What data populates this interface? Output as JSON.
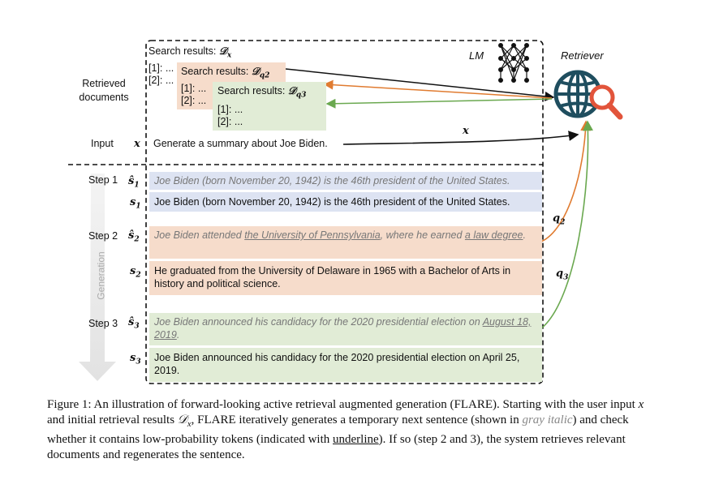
{
  "labels": {
    "retrieved_documents": "Retrieved\ndocuments",
    "input": "Input",
    "input_sym": "x",
    "lm": "LM",
    "retriever": "Retriever",
    "generation": "Generation",
    "step1": "Step 1",
    "step2": "Step 2",
    "step3": "Step 3",
    "x_arrow": "x",
    "q2": "q",
    "q2_sub": "2",
    "q3": "q",
    "q3_sub": "3"
  },
  "search": {
    "dx_title": "Search results: ",
    "dx_sym": "𝒟",
    "dx_sub": "x",
    "dx_items": [
      "[1]: ...",
      "[2]: ..."
    ],
    "dq2_title": "Search results: ",
    "dq2_sym": "𝒟",
    "dq2_sub": "q2",
    "dq2_items": [
      "[1]: ...",
      "[2]: ..."
    ],
    "dq3_title": "Search results: ",
    "dq3_sym": "𝒟",
    "dq3_sub": "q3",
    "dq3_items": [
      "[1]: ...",
      "[2]: ..."
    ]
  },
  "input_text": "Generate a summary about Joe Biden.",
  "steps": [
    {
      "hat_sym": "ŝ",
      "hat_sub": "1",
      "temp": [
        {
          "t": "Joe Biden (born November 20, 1942) is the 46th president of the United States.",
          "u": false
        }
      ],
      "final_sym": "s",
      "final_sub": "1",
      "final": "Joe Biden (born November 20, 1942) is the 46th president of the United States."
    },
    {
      "hat_sym": "ŝ",
      "hat_sub": "2",
      "temp": [
        {
          "t": "Joe Biden attended ",
          "u": false
        },
        {
          "t": "the University of Pennsylvania",
          "u": true
        },
        {
          "t": ", where he earned ",
          "u": false
        },
        {
          "t": "a law degree",
          "u": true
        },
        {
          "t": ".",
          "u": false
        }
      ],
      "final_sym": "s",
      "final_sub": "2",
      "final": "He graduated from the University of Delaware in 1965 with a Bachelor of Arts in history and political science."
    },
    {
      "hat_sym": "ŝ",
      "hat_sub": "3",
      "temp": [
        {
          "t": "Joe Biden announced his candidacy for the 2020 presidential election on ",
          "u": false
        },
        {
          "t": "August 18, 2019",
          "u": true
        },
        {
          "t": ".",
          "u": false
        }
      ],
      "final_sym": "s",
      "final_sub": "3",
      "final": "Joe Biden announced his candidacy for the 2020 presidential election on April 25, 2019."
    }
  ],
  "caption": [
    {
      "t": "Figure 1: An illustration of forward-looking active retrieval augmented generation (FLARE). Starting with the user input ",
      "s": ""
    },
    {
      "t": "x",
      "s": "it"
    },
    {
      "t": " and initial retrieval results ",
      "s": ""
    },
    {
      "t": "𝒟",
      "s": "it"
    },
    {
      "t": "x",
      "s": "sub"
    },
    {
      "t": ", FLARE iteratively generates a temporary next sentence (shown in ",
      "s": ""
    },
    {
      "t": "gray italic",
      "s": "gr"
    },
    {
      "t": ") and check whether it contains low-probability tokens (indicated with ",
      "s": ""
    },
    {
      "t": "underline",
      "s": "ul"
    },
    {
      "t": "). If so (step 2 and 3), the system retrieves relevant documents and regenerates the sentence.",
      "s": ""
    }
  ],
  "colors": {
    "blue": "#dde3f2",
    "peach": "#f6dccb",
    "green": "#e1ecd6",
    "orange": "#e07b30",
    "green_line": "#6aa84f",
    "globe": "#1f4e5f",
    "magnifier": "#e2543b"
  }
}
